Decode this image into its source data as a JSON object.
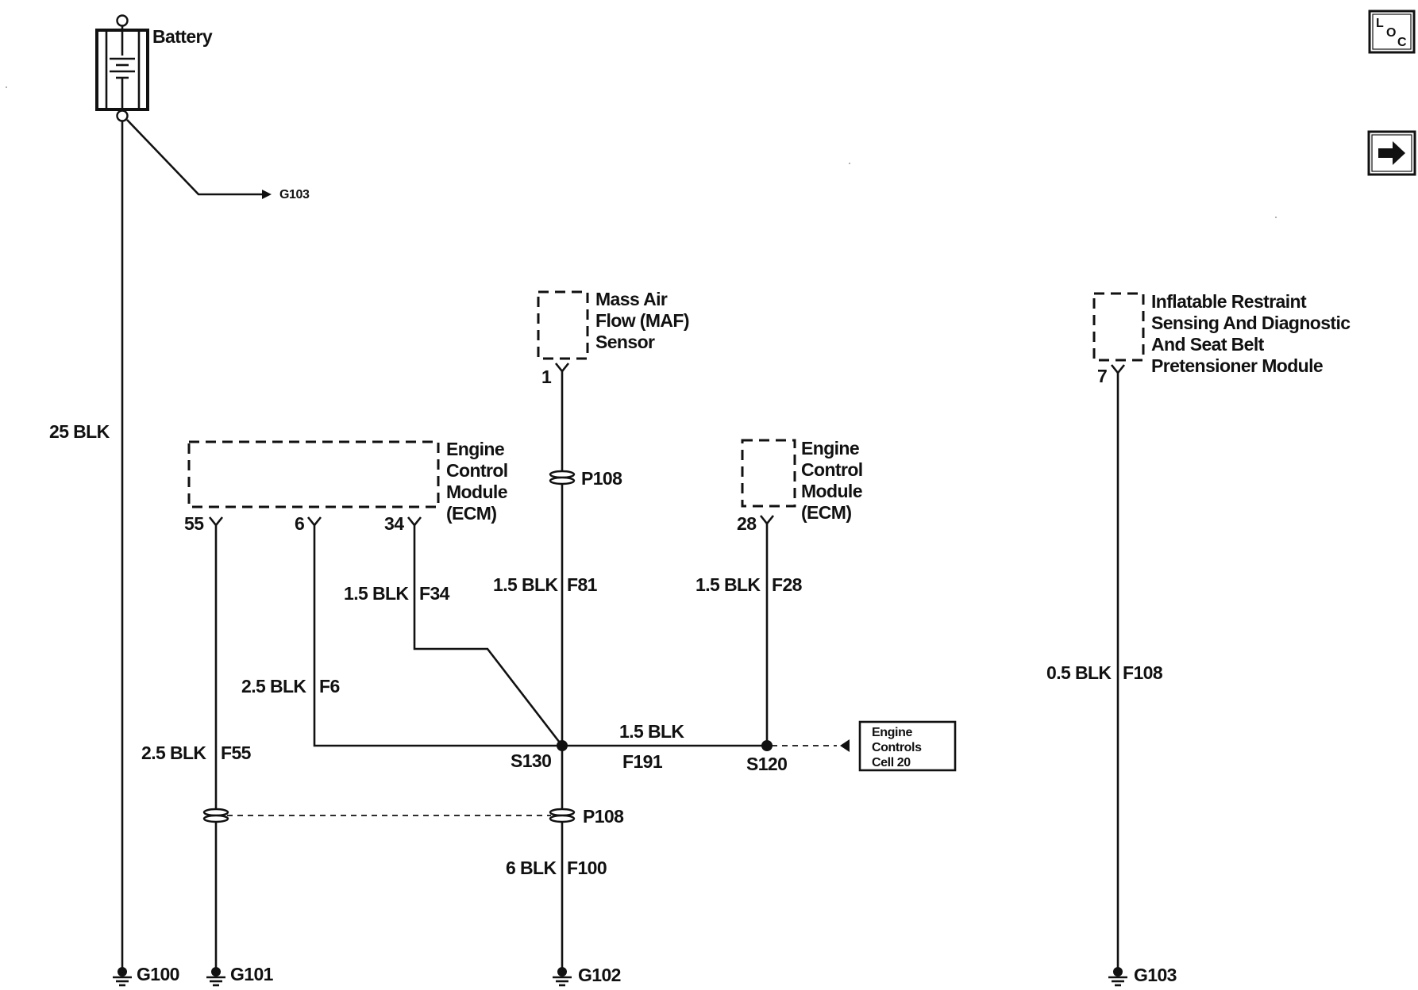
{
  "battery": {
    "label": "Battery"
  },
  "ground_arrow_top": {
    "label": "G103"
  },
  "main_wire": {
    "label": "25 BLK"
  },
  "maf": {
    "lines": [
      "Mass Air",
      "Flow (MAF)",
      "Sensor"
    ],
    "pin": "1"
  },
  "ecm_left": {
    "lines": [
      "Engine",
      "Control",
      "Module",
      "(ECM)"
    ],
    "pins": [
      "55",
      "6",
      "34"
    ]
  },
  "ecm_right": {
    "lines": [
      "Engine",
      "Control",
      "Module",
      "(ECM)"
    ],
    "pin": "28"
  },
  "restraint": {
    "lines": [
      "Inflatable Restraint",
      "Sensing And Diagnostic",
      "And Seat Belt",
      "Pretensioner Module"
    ],
    "pin": "7"
  },
  "connectors": {
    "p108_upper": "P108",
    "p108_lower": "P108"
  },
  "wires": {
    "f34_size": "1.5 BLK",
    "f34_circuit": "F34",
    "f81_size": "1.5 BLK",
    "f81_circuit": "F81",
    "f28_size": "1.5 BLK",
    "f28_circuit": "F28",
    "f6_size": "2.5 BLK",
    "f6_circuit": "F6",
    "f55_size": "2.5 BLK",
    "f55_circuit": "F55",
    "f191_size": "1.5 BLK",
    "f191_circuit": "F191",
    "f100_size": "6 BLK",
    "f100_circuit": "F100",
    "f108_size": "0.5 BLK",
    "f108_circuit": "F108"
  },
  "splices": {
    "s130": "S130",
    "s120": "S120"
  },
  "ref_box": {
    "lines": [
      "Engine",
      "Controls",
      "Cell 20"
    ]
  },
  "grounds": {
    "g100": "G100",
    "g101": "G101",
    "g102": "G102",
    "g103": "G103"
  },
  "loc_button": {
    "letters": [
      "L",
      "O",
      "C"
    ]
  },
  "next_button": {
    "icon": "right-arrow-icon"
  }
}
